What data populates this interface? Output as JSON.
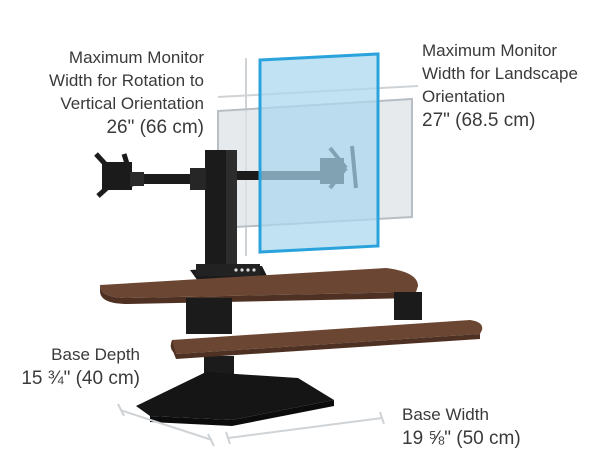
{
  "labels": {
    "rotation": {
      "lines": [
        "Maximum Monitor",
        "Width for Rotation to",
        "Vertical Orientation"
      ],
      "value": "26\" (66 cm)"
    },
    "landscape": {
      "lines": [
        "Maximum Monitor",
        "Width for Landscape",
        "Orientation"
      ],
      "value": "27\" (68.5 cm)"
    },
    "depth": {
      "lines": [
        "Base Depth"
      ],
      "value": "15 ¾\" (40 cm)"
    },
    "width": {
      "lines": [
        "Base Width"
      ],
      "value": "19 ⅝\" (50 cm)"
    }
  },
  "colors": {
    "wood": "#6b4632",
    "wood_edge": "#4e3122",
    "metal": "#1b1b1b",
    "portrait_monitor": "#a9d7ef",
    "portrait_border": "#2aa3dd",
    "landscape_monitor": "#dfe3e6",
    "landscape_border": "#b7bec4",
    "dimension_line": "#cfd3d6"
  }
}
